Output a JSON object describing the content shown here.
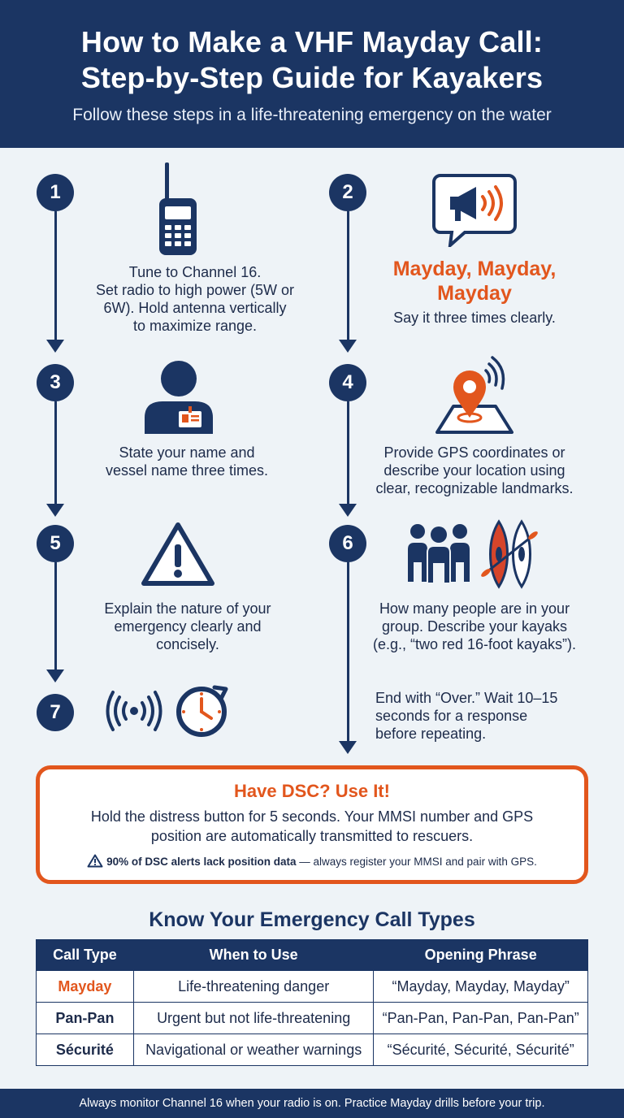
{
  "header": {
    "title_line1": "How to Make a VHF Mayday Call:",
    "title_line2": "Step-by-Step Guide for Kayakers",
    "subtitle": "Follow these steps in a life-threatening emergency on the water"
  },
  "steps": [
    {
      "number": "1",
      "icon": "handheld-radio-icon",
      "lines": [
        "Tune to Channel 16.",
        "Set radio to high power (5W or",
        "6W). Hold antenna vertically",
        "to maximize range."
      ]
    },
    {
      "number": "2",
      "icon": "megaphone-speech-bubble-icon",
      "highlight": [
        "Mayday, Mayday,",
        "Mayday"
      ],
      "lines": [
        "Say it three times clearly."
      ]
    },
    {
      "number": "3",
      "icon": "person-id-badge-icon",
      "lines": [
        "State your name and",
        "vessel name three times."
      ]
    },
    {
      "number": "4",
      "icon": "gps-location-pin-icon",
      "lines": [
        "Provide GPS coordinates or",
        "describe your location using",
        "clear, recognizable landmarks."
      ]
    },
    {
      "number": "5",
      "icon": "warning-triangle-icon",
      "lines": [
        "Explain the nature of your",
        "emergency clearly and",
        "concisely."
      ]
    },
    {
      "number": "6",
      "icon": "group-people-kayaks-icon",
      "lines": [
        "How many people are in your",
        "group. Describe your kayaks",
        "(e.g., “two red 16-foot kayaks”)."
      ]
    },
    {
      "number": "7",
      "icon": "radio-signal-timer-icon",
      "lines": [
        "End with “Over.” Wait 10–15",
        "seconds for a response",
        "before repeating."
      ]
    }
  ],
  "dsc": {
    "title": "Have DSC? Use It!",
    "body_line1": "Hold the distress button for 5 seconds. Your MMSI number and GPS",
    "body_line2": "position are automatically transmitted to rescuers.",
    "warning_bold": "90% of DSC alerts lack position data",
    "warning_rest": " — always register your MMSI and pair with GPS."
  },
  "table": {
    "title": "Know Your Emergency Call Types",
    "headers": [
      "Call Type",
      "When to Use",
      "Opening Phrase"
    ],
    "rows": [
      [
        "Mayday",
        "Life-threatening danger",
        "“Mayday, Mayday, Mayday”"
      ],
      [
        "Pan-Pan",
        "Urgent but not life-threatening",
        "“Pan-Pan, Pan-Pan, Pan-Pan”"
      ],
      [
        "Sécurité",
        "Navigational or weather warnings",
        "“Sécurité, Sécurité, Sécurité”"
      ]
    ]
  },
  "footer": {
    "text": "Always monitor Channel 16 when your radio is on. Practice Mayday drills before your trip."
  },
  "colors": {
    "navy": "#1b3563",
    "orange": "#e2561d",
    "background": "#eef3f7"
  }
}
